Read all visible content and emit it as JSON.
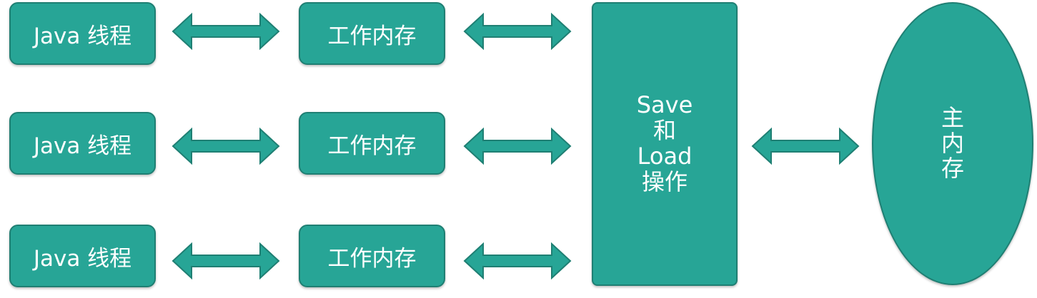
{
  "diagram": {
    "threads": [
      "Java 线程",
      "Java 线程",
      "Java 线程"
    ],
    "working_memories": [
      "工作内存",
      "工作内存",
      "工作内存"
    ],
    "save_load": [
      "Save",
      "和",
      "Load",
      "操作"
    ],
    "main_memory": [
      "主",
      "内",
      "存"
    ],
    "colors": {
      "node_fill": "#27a596",
      "node_border": "#1f7f73",
      "text": "#ffffff"
    }
  }
}
